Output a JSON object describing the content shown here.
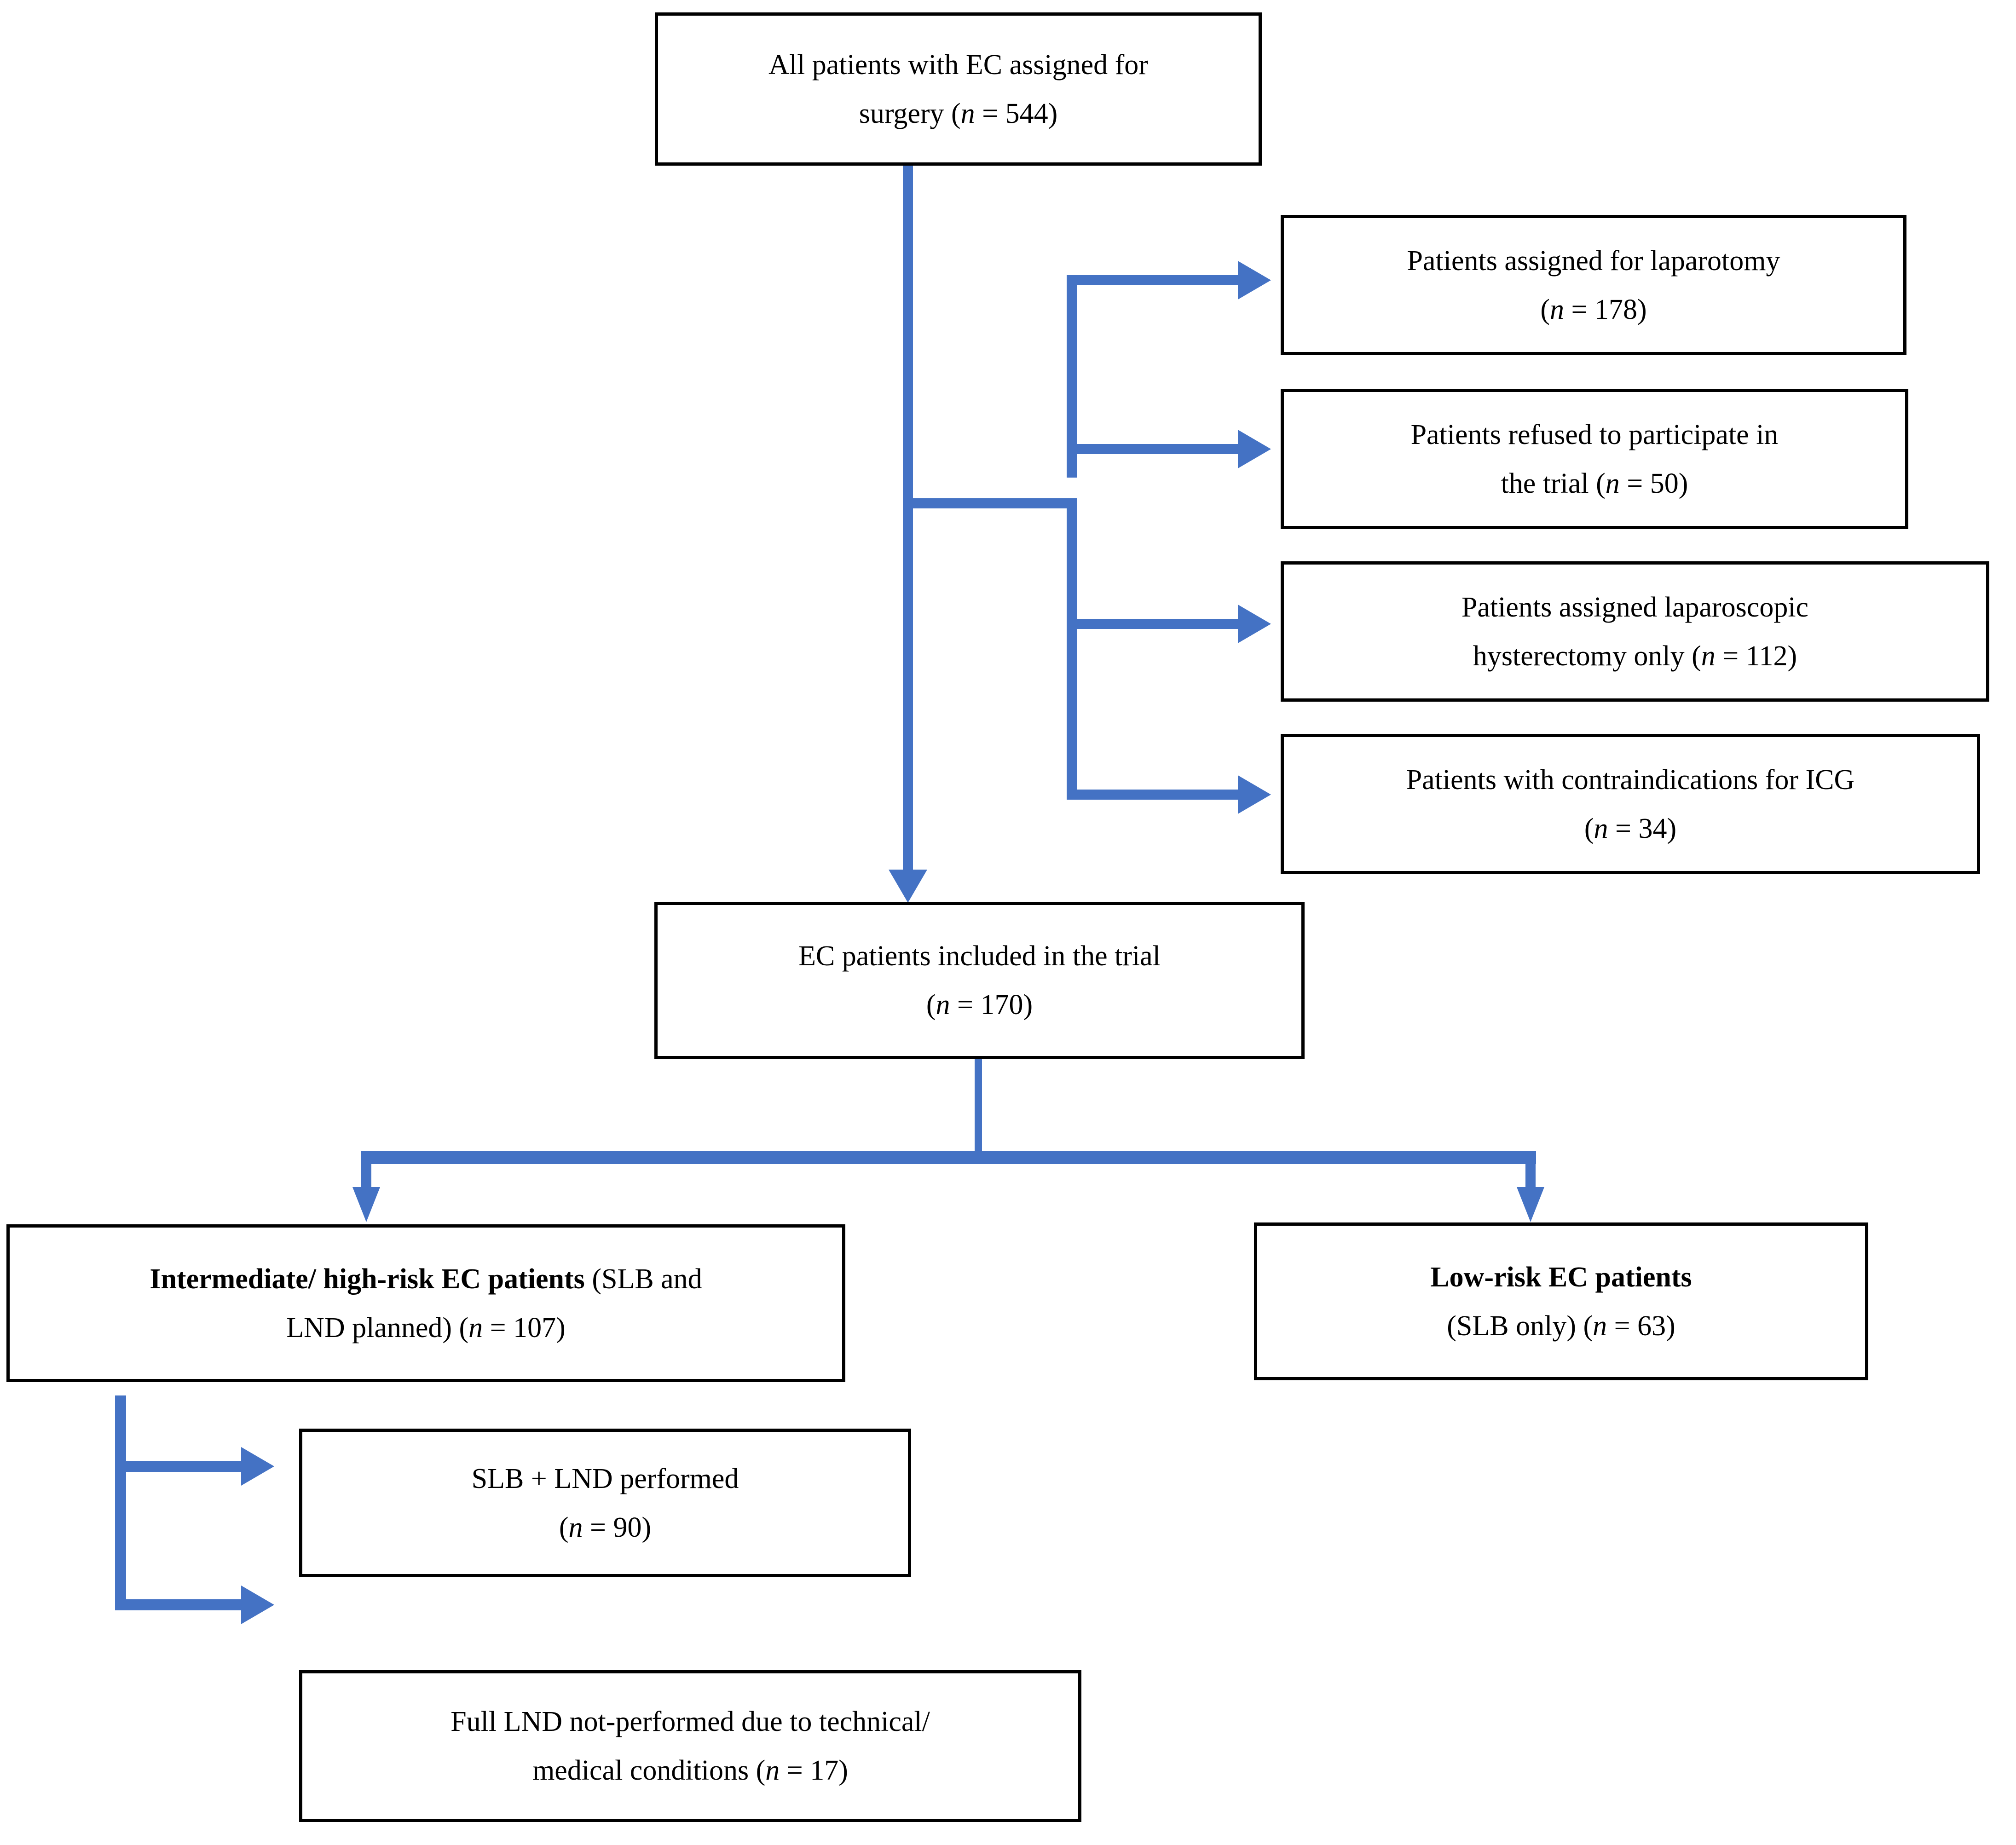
{
  "diagram": {
    "title": "CONSORT-style patient flow diagram for endometrial cancer (EC) surgical trial",
    "accent_color": "#4472C4",
    "box_border_color": "#000000",
    "background_color": "#FFFFFF"
  },
  "nodes": {
    "enrollment": {
      "line1": "All patients with EC assigned for",
      "line2_prefix": "surgery (",
      "line2_n": "n",
      "line2_suffix": " = 544)",
      "count": 544
    },
    "excluded_laparotomy": {
      "line1": "Patients assigned for laparotomy",
      "line2_prefix": "(",
      "line2_n": "n",
      "line2_suffix": " = 178)",
      "count": 178
    },
    "excluded_refused": {
      "line1": "Patients refused to participate in",
      "line2_prefix": "the trial (",
      "line2_n": "n",
      "line2_suffix": " = 50)",
      "count": 50
    },
    "excluded_lap_hyst": {
      "line1": "Patients assigned laparoscopic",
      "line2_prefix": "hysterectomy only (",
      "line2_n": "n",
      "line2_suffix": " = 112)",
      "count": 112
    },
    "excluded_icg": {
      "line1": "Patients with contraindications for ICG",
      "line2_prefix": "(",
      "line2_n": "n",
      "line2_suffix": " = 34)",
      "count": 34
    },
    "included": {
      "line1": "EC patients included in the trial",
      "line2_prefix": "(",
      "line2_n": "n",
      "line2_suffix": " = 170)",
      "count": 170
    },
    "intermediate_high_risk": {
      "line1_bold": "Intermediate/ high-risk EC patients",
      "line1_rest": " (SLB and",
      "line2_prefix": "LND planned) (",
      "line2_n": "n",
      "line2_suffix": " = 107)",
      "count": 107
    },
    "low_risk": {
      "line1_bold": "Low-risk EC patients",
      "line2_prefix": "(SLB only) (",
      "line2_n": "n",
      "line2_suffix": " = 63)",
      "count": 63
    },
    "slb_lnd_performed": {
      "line1": "SLB + LND performed",
      "line2_prefix": "(",
      "line2_n": "n",
      "line2_suffix": " = 90)",
      "count": 90
    },
    "lnd_not_performed": {
      "line1": "Full LND not-performed due to technical/",
      "line2_prefix": "medical conditions (",
      "line2_n": "n",
      "line2_suffix": " = 17)",
      "count": 17
    }
  }
}
